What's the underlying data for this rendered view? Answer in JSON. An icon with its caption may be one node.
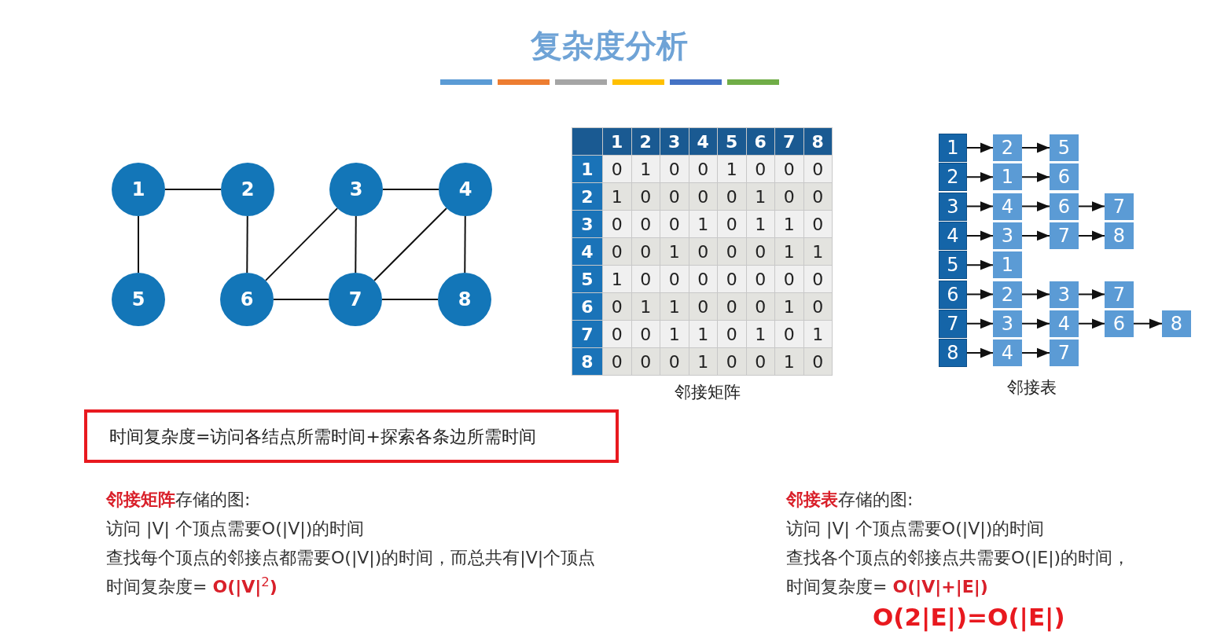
{
  "diagram": {
    "title": "复杂度分析",
    "nodes": [
      {
        "text": [
          "1"
        ]
      },
      {
        "text": [
          "2"
        ]
      },
      {
        "text": [
          "3"
        ]
      },
      {
        "text": [
          "4"
        ]
      },
      {
        "text": [
          "5"
        ]
      },
      {
        "text": [
          "6"
        ]
      },
      {
        "text": [
          "7"
        ]
      },
      {
        "text": [
          "8"
        ]
      },
      {
        "text": [
          "时间复杂度=访问各结点所需时间+探索各条边所需时间"
        ]
      },
      {
        "text": [
          "1"
        ]
      },
      {
        "text": [
          "2"
        ]
      },
      {
        "text": [
          "3"
        ]
      },
      {
        "text": [
          "4"
        ]
      },
      {
        "text": [
          "5"
        ]
      },
      {
        "text": [
          "6"
        ]
      },
      {
        "text": [
          "7"
        ]
      },
      {
        "text": [
          "8"
        ]
      },
      {
        "text": [
          "2"
        ]
      },
      {
        "text": [
          "5"
        ]
      },
      {
        "text": [
          "1"
        ]
      },
      {
        "text": [
          "6"
        ]
      },
      {
        "text": [
          "4"
        ]
      },
      {
        "text": [
          "6"
        ]
      },
      {
        "text": [
          "7"
        ]
      },
      {
        "text": [
          "3"
        ]
      },
      {
        "text": [
          "7"
        ]
      },
      {
        "text": [
          "8"
        ]
      },
      {
        "text": [
          "1"
        ]
      },
      {
        "text": [
          "2"
        ]
      },
      {
        "text": [
          "3"
        ]
      },
      {
        "text": [
          "7"
        ]
      },
      {
        "text": [
          "3"
        ]
      },
      {
        "text": [
          "4"
        ]
      },
      {
        "text": [
          "6"
        ]
      },
      {
        "text": [
          "8"
        ]
      },
      {
        "text": [
          "4"
        ]
      },
      {
        "text": [
          "7"
        ]
      }
    ],
    "edges": [
      {
        "from": 0,
        "to": 1,
        "arrow": "none"
      },
      {
        "from": 0,
        "to": 4,
        "arrow": "none"
      },
      {
        "from": 1,
        "to": 5,
        "arrow": "none"
      },
      {
        "from": 2,
        "to": 3,
        "arrow": "none"
      },
      {
        "from": 2,
        "to": 5,
        "arrow": "none"
      },
      {
        "from": 2,
        "to": 6,
        "arrow": "none"
      },
      {
        "from": 3,
        "to": 6,
        "arrow": "none"
      },
      {
        "from": 3,
        "to": 7,
        "arrow": "none"
      },
      {
        "from": 5,
        "to": 6,
        "arrow": "none"
      },
      {
        "from": 6,
        "to": 7,
        "arrow": "none"
      },
      {
        "from": 9,
        "to": 17,
        "arrow": "to"
      },
      {
        "from": 17,
        "to": 18,
        "arrow": "to"
      },
      {
        "from": 10,
        "to": 19,
        "arrow": "to"
      },
      {
        "from": 19,
        "to": 20,
        "arrow": "to"
      },
      {
        "from": 11,
        "to": 21,
        "arrow": "to"
      },
      {
        "from": 21,
        "to": 22,
        "arrow": "to"
      },
      {
        "from": 22,
        "to": 23,
        "arrow": "to"
      },
      {
        "from": 12,
        "to": 24,
        "arrow": "to"
      },
      {
        "from": 24,
        "to": 25,
        "arrow": "to"
      },
      {
        "from": 25,
        "to": 26,
        "arrow": "to"
      },
      {
        "from": 13,
        "to": 27,
        "arrow": "to"
      },
      {
        "from": 14,
        "to": 28,
        "arrow": "to"
      },
      {
        "from": 28,
        "to": 29,
        "arrow": "to"
      },
      {
        "from": 29,
        "to": 30,
        "arrow": "to"
      },
      {
        "from": 15,
        "to": 31,
        "arrow": "to"
      },
      {
        "from": 31,
        "to": 32,
        "arrow": "to"
      },
      {
        "from": 32,
        "to": 33,
        "arrow": "to"
      },
      {
        "from": 33,
        "to": 34,
        "arrow": "to"
      },
      {
        "from": 16,
        "to": 35,
        "arrow": "to"
      },
      {
        "from": 35,
        "to": 36,
        "arrow": "to"
      }
    ],
    "labels": [
      "1",
      "2",
      "3",
      "4",
      "5",
      "6",
      "7",
      "8",
      "1",
      "0",
      "1",
      "0",
      "0",
      "1",
      "0",
      "0",
      "0",
      "2",
      "1",
      "0",
      "0",
      "0",
      "0",
      "1",
      "0",
      "0",
      "3",
      "0",
      "0",
      "0",
      "1",
      "0",
      "1",
      "1",
      "0",
      "4",
      "0",
      "0",
      "1",
      "0",
      "0",
      "0",
      "1",
      "1",
      "5",
      "1",
      "0",
      "0",
      "0",
      "0",
      "0",
      "0",
      "0",
      "6",
      "0",
      "1",
      "1",
      "0",
      "0",
      "0",
      "1",
      "0",
      "7",
      "0",
      "0",
      "1",
      "1",
      "0",
      "1",
      "0",
      "1",
      "8",
      "0",
      "0",
      "0",
      "1",
      "0",
      "0",
      "1",
      "0",
      "邻接矩阵",
      "邻接表",
      "**邻接矩阵**存储的图:",
      "访问 |V| 个顶点需要O(|V|)的时间",
      "查找每个顶点的邻接点都需要O(|V|)的时间，而总共有|V|个顶点",
      "时间复杂度= **O(|V|**$^{2}$**)**",
      "**邻接表**存储的图:",
      "访问 |V| 个顶点需要O(|V|)的时间",
      "查找各个顶点的邻接点共需要O(|E|)的时间，",
      "时间复杂度= **O(|V|+|E|)**",
      "O(2|E|)=O(|E|)"
    ]
  }
}
